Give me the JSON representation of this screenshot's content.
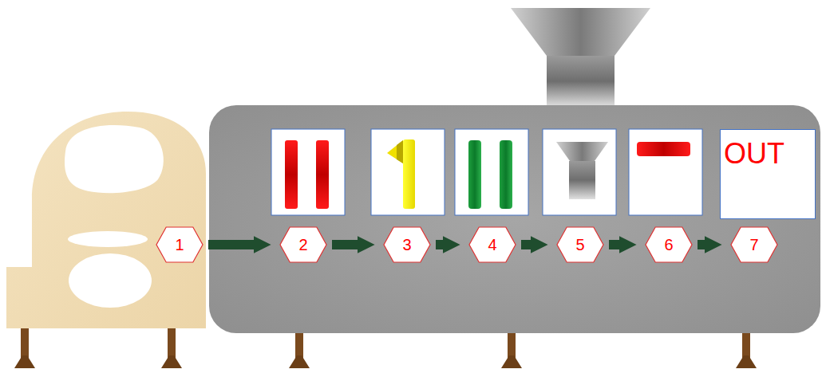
{
  "diagram": {
    "nodes": [
      {
        "text": [
          "OUT"
        ]
      },
      {
        "text": [
          "1"
        ]
      },
      {
        "text": [
          "2"
        ]
      },
      {
        "text": [
          "3"
        ]
      },
      {
        "text": [
          "4"
        ]
      },
      {
        "text": [
          "5"
        ]
      },
      {
        "text": [
          "6"
        ]
      },
      {
        "text": [
          "7"
        ]
      }
    ],
    "edges": [
      {
        "from": 1,
        "to": 2,
        "arrow": "to"
      },
      {
        "from": 2,
        "to": 3,
        "arrow": "to"
      },
      {
        "from": 3,
        "to": 4,
        "arrow": "to"
      },
      {
        "from": 4,
        "to": 5,
        "arrow": "to"
      },
      {
        "from": 5,
        "to": 6,
        "arrow": "to"
      },
      {
        "from": 6,
        "to": 7,
        "arrow": "to"
      }
    ]
  }
}
